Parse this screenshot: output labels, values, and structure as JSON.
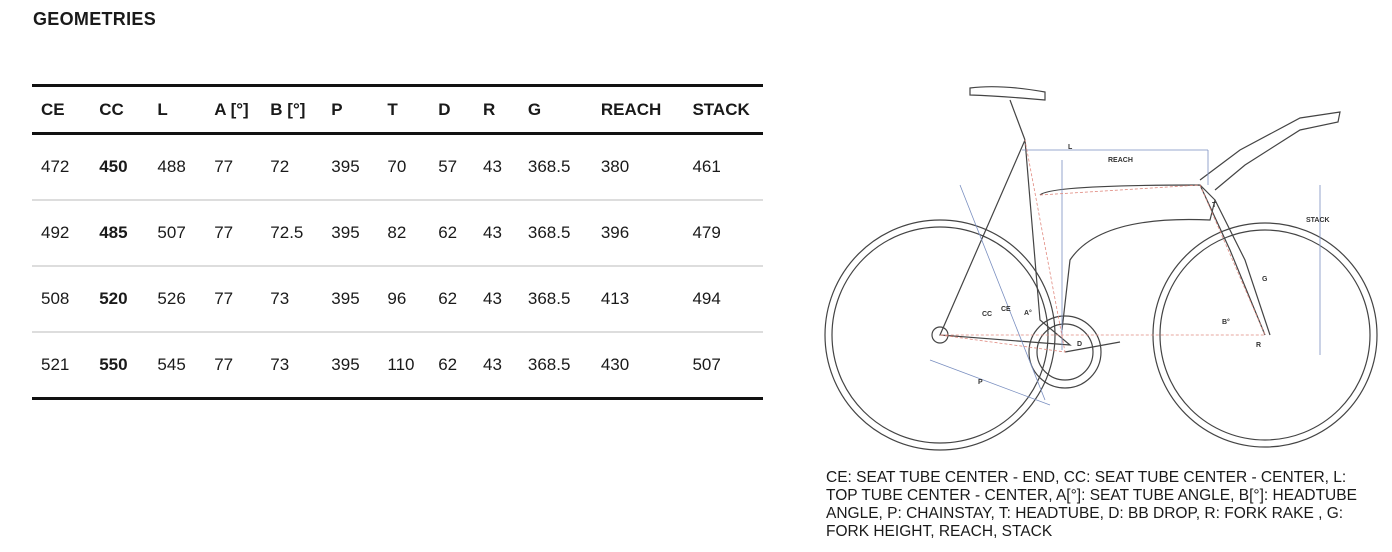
{
  "title": "GEOMETRIES",
  "table": {
    "headers": [
      "CE",
      "CC",
      "L",
      "A [°]",
      "B [°]",
      "P",
      "T",
      "D",
      "R",
      "G",
      "REACH",
      "STACK"
    ],
    "rows": [
      [
        "472",
        "450",
        "488",
        "77",
        "72",
        "395",
        "70",
        "57",
        "43",
        "368.5",
        "380",
        "461"
      ],
      [
        "492",
        "485",
        "507",
        "77",
        "72.5",
        "395",
        "82",
        "62",
        "43",
        "368.5",
        "396",
        "479"
      ],
      [
        "508",
        "520",
        "526",
        "77",
        "73",
        "395",
        "96",
        "62",
        "43",
        "368.5",
        "413",
        "494"
      ],
      [
        "521",
        "550",
        "545",
        "77",
        "73",
        "395",
        "110",
        "62",
        "43",
        "368.5",
        "430",
        "507"
      ]
    ]
  },
  "diagram": {
    "labels": {
      "L": "L",
      "REACH": "REACH",
      "STACK": "STACK",
      "T": "T",
      "G": "G",
      "CC": "CC",
      "CE": "CE",
      "A": "A°",
      "B": "B°",
      "D": "D",
      "R": "R",
      "P": "P"
    }
  },
  "legend": "CE: SEAT TUBE CENTER - END, CC: SEAT TUBE CENTER - CENTER, L: TOP TUBE CENTER - CENTER, A[°]: SEAT TUBE ANGLE, B[°]: HEADTUBE ANGLE, P: CHAINSTAY, T: HEADTUBE, D: BB DROP, R: FORK RAKE , G: FORK HEIGHT, REACH, STACK"
}
